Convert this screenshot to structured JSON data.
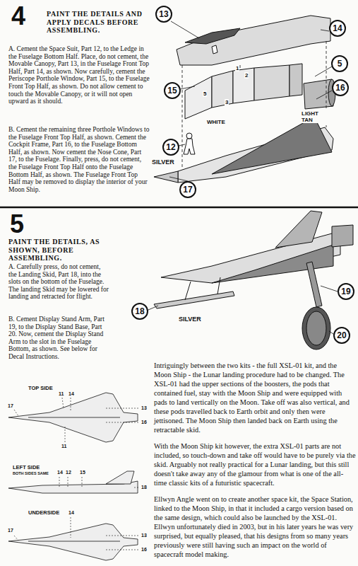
{
  "diagram": {
    "nodes": [
      {
        "text": [
          "13"
        ]
      },
      {
        "text": [
          "14"
        ]
      },
      {
        "text": [
          "5"
        ]
      },
      {
        "text": [
          "15"
        ]
      },
      {
        "text": [
          "16"
        ]
      },
      {
        "text": [
          "12"
        ]
      },
      {
        "text": [
          "17"
        ]
      },
      {
        "text": [
          "18"
        ]
      },
      {
        "text": [
          "19"
        ]
      },
      {
        "text": [
          "20"
        ]
      }
    ],
    "labels": [
      "4",
      "PAINT THE DETAILS AND APPLY DECALS BEFORE ASSEMBLING.",
      "A. Cement the Space Suit, Part 12, to the Ledge in the Fuselage Bottom Half. Place, do not cement, the Movable Canopy, Part 13, in the Fuselage Front Top Half, Part 14, as shown. Now carefully, cement the Periscope Porthole Window, Part 15, to the Fuselage Front Top Half, as shown. Do not allow cement to touch the Movable Canopy, or it will not open upward as it should.",
      "B. Cement the remaining three Porthole Windows to the Fuselage Front Top Half, as shown. Cement the Cockpit Frame, Part 16, to the Fuselage Bottom Half, as shown. Now cement the Nose Cone, Part 17, to the Fuselage. Finally, press, do not cement, the Fuselage Front Top Half onto the Fuselage Bottom Half, as shown. The Fuselage Front Top Half may be removed to display the interior of your Moon Ship.",
      "1",
      "2",
      "5",
      "3",
      "LIGHT TAN",
      "WHITE",
      "SILVER",
      "5",
      "PAINT THE DETAILS, AS SHOWN, BEFORE ASSEMBLING.",
      "A. Carefully press, do not cement, the Landing Skid, Part 18, into the slots on the bottom of the Fuselage. The landing Skid may be lowered for landing and retracted for flight.",
      "B. Cement Display Stand Arm, Part 19, to the Display Stand Base, Part 20. Now, cement the Display Stand Arm to the slot in the Fuselage Bottom, as shown. See below for Decal Instructions.",
      "SILVER",
      "TOP SIDE",
      "11",
      "14",
      "17",
      "13",
      "16",
      "11",
      "LEFT SIDE",
      "BOTH SIDES SAME",
      "14",
      "12",
      "15",
      "18",
      "UNDERSIDE",
      "14",
      "17",
      "13",
      "16",
      "Intriguingly between the two kits - the full XSL-01 kit, and the Moon Ship - the Lunar landing procedure had to be changed. The XSL-01 had the upper sections of the boosters, the pods that contained fuel, stay with the Moon Ship and were equipped with pads to land vertically on the Moon. Take off was also vertical, and these pods travelled back to Earth orbit and only then were jettisoned. The Moon Ship then landed back on Earth using the retractable skid.",
      "With the Moon Ship kit however, the extra XSL-01 parts are not included, so touch-down and take off would have to be purely via the skid. Arguably not really practical for a Lunar landing, but this still doesn't take away any of the glamour from what is one of the all-time classic kits of a futuristic spacecraft.",
      "Ellwyn Angle went on to create another space kit, the Space Station, linked to the Moon Ship, in that it included a cargo version based on the same design, which could also be launched by the XSL-01. Ellwyn unfortunately died in 2003, but in his later years he was very surprised, but equally pleased, that his designs from so many years previously were still having such an impact on the world of spacecraft model making."
    ]
  }
}
